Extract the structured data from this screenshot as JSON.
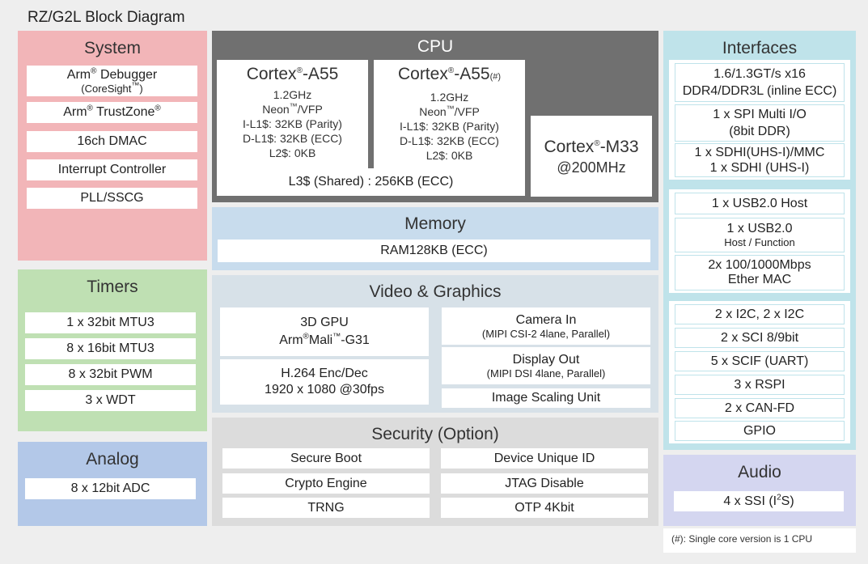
{
  "diagram_title": "RZ/G2L Block Diagram",
  "colors": {
    "system": "#f2b5b8",
    "timers": "#bfe0b3",
    "analog": "#b3c8e8",
    "cpu": "#707070",
    "memory": "#c8dced",
    "video": "#d7e1e8",
    "security": "#dcdcdc",
    "interfaces": "#bfe3ea",
    "audio": "#d4d6f0"
  },
  "system": {
    "title": "System",
    "debugger": {
      "name": "Debugger",
      "sub": "(CoreSight",
      "sub_close": ")"
    },
    "trustzone": {
      "prefix": "Arm",
      "name": "TrustZone"
    },
    "items": [
      "16ch DMAC",
      "Interrupt Controller",
      "PLL/SSCG"
    ]
  },
  "brand": "Arm",
  "reg": "®",
  "tm": "™",
  "timers": {
    "title": "Timers",
    "items": [
      "1 x 32bit MTU3",
      "8 x 16bit MTU3",
      "8 x 32bit PWM",
      "3 x WDT"
    ]
  },
  "analog": {
    "title": "Analog",
    "items": [
      "8 x 12bit ADC"
    ]
  },
  "cpu": {
    "title": "CPU",
    "a55_1": {
      "name": "Cortex",
      "model": "-A55",
      "mark": "",
      "freq": "1.2GHz",
      "neon": "Neon",
      "vfp": "/VFP",
      "il1": "I-L1$: 32KB (Parity)",
      "dl1": "D-L1$: 32KB (ECC)",
      "l2": "L2$: 0KB"
    },
    "a55_2": {
      "name": "Cortex",
      "model": "-A55",
      "mark": "(#)",
      "freq": "1.2GHz",
      "neon": "Neon",
      "vfp": "/VFP",
      "il1": "I-L1$: 32KB (Parity)",
      "dl1": "D-L1$: 32KB (ECC)",
      "l2": "L2$: 0KB"
    },
    "l3": "L3$ (Shared) : 256KB (ECC)",
    "m33": {
      "name": "Cortex",
      "model": "-M33",
      "freq": "@200MHz"
    }
  },
  "memory": {
    "title": "Memory",
    "items": [
      "RAM128KB (ECC)"
    ]
  },
  "video": {
    "title": "Video & Graphics",
    "gpu": {
      "line1": "3D GPU",
      "line2_prefix": "Arm",
      "line2_mid": "Mali",
      "line2_suffix": "-G31"
    },
    "codec": {
      "line1": "H.264 Enc/Dec",
      "line2": "1920 x 1080 @30fps"
    },
    "camera": {
      "line1": "Camera In",
      "line2": "(MIPI CSI-2 4lane, Parallel)"
    },
    "display": {
      "line1": "Display Out",
      "line2": "(MIPI DSI 4lane, Parallel)"
    },
    "scaling": "Image Scaling Unit"
  },
  "security": {
    "title": "Security (Option)",
    "left": [
      "Secure Boot",
      "Crypto Engine",
      "TRNG"
    ],
    "right": [
      "Device Unique ID",
      "JTAG Disable",
      "OTP 4Kbit"
    ]
  },
  "interfaces": {
    "title": "Interfaces",
    "ddr": {
      "line1": "1.6/1.3GT/s x16",
      "line2": "DDR4/DDR3L (inline ECC)"
    },
    "spi": {
      "line1": "1 x SPI Multi I/O",
      "line2": "(8bit DDR)"
    },
    "sdhi": {
      "line1": "1 x SDHI(UHS-I)/MMC",
      "line2": "1 x SDHI (UHS-I)"
    },
    "usb_host": "1 x USB2.0 Host",
    "usb_hf": {
      "line1": "1 x USB2.0",
      "line2": "Host / Function"
    },
    "ether": {
      "line1": "2x 100/1000Mbps",
      "line2": "Ether MAC"
    },
    "serial": [
      "2 x I2C, 2 x I2C",
      "2 x SCI 8/9bit",
      "5 x SCIF (UART)",
      "3 x RSPI",
      "2 x CAN-FD",
      "GPIO"
    ]
  },
  "audio": {
    "title": "Audio",
    "ssi_prefix": "4 x SSI (I",
    "ssi_sup": "2",
    "ssi_suffix": "S)"
  },
  "footnote": "(#): Single core version is 1 CPU"
}
